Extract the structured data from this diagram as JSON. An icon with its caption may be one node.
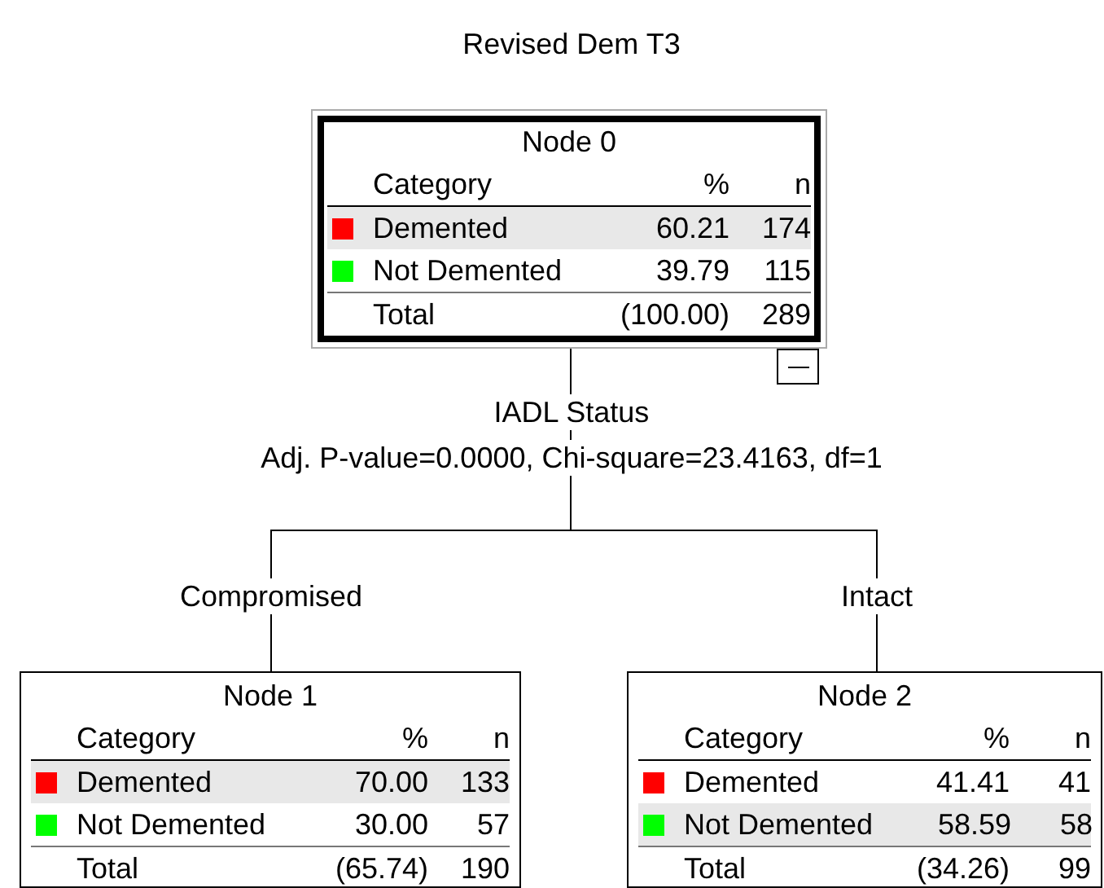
{
  "diagram": {
    "title": "Revised Dem T3",
    "nodes": [
      {
        "text": [
          "Node 0",
          "Category",
          "%",
          "n",
          "Demented",
          "60.21",
          "174",
          "Not Demented",
          "39.79",
          "115",
          "Total",
          "(100.00)",
          "289"
        ]
      },
      {
        "text": [
          "Node 1",
          "Category",
          "%",
          "n",
          "Demented",
          "70.00",
          "133",
          "Not Demented",
          "30.00",
          "57",
          "Total",
          "(65.74)",
          "190"
        ]
      },
      {
        "text": [
          "Node 2",
          "Category",
          "%",
          "n",
          "Demented",
          "41.41",
          "41",
          "Not Demented",
          "58.59",
          "58",
          "Total",
          "(34.26)",
          "99"
        ]
      }
    ],
    "edges": [
      {
        "from": 0,
        "to": 1,
        "arrow": "none",
        "label": "Compromised"
      },
      {
        "from": 0,
        "to": 2,
        "arrow": "none",
        "label": "Intact"
      }
    ],
    "labels": [
      "IADL Status",
      "Adj. P-value=0.0000, Chi-square=23.4163, df=1"
    ]
  }
}
